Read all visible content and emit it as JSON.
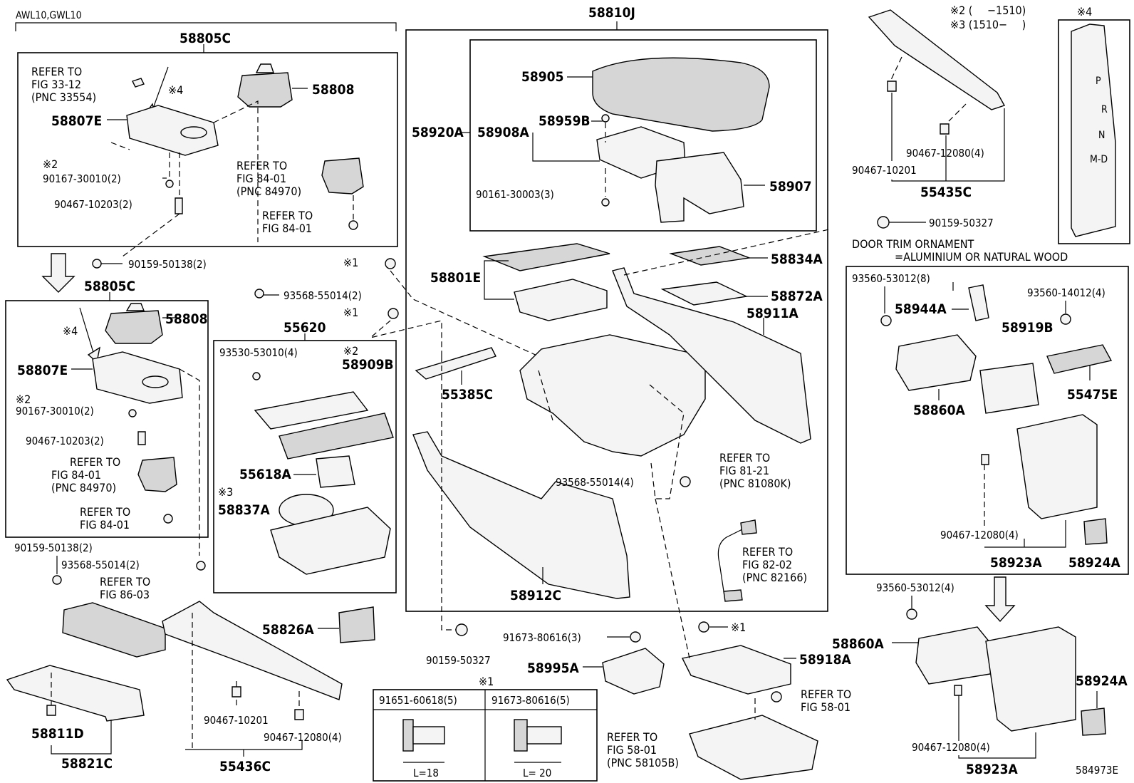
{
  "header": {
    "model": "AWL10,GWL10",
    "main_assy": "58805C",
    "console": "58810J",
    "diagram_id": "584973E"
  },
  "notes": {
    "n2": "※2 (　 −1510)",
    "n3": "※3 (1510−　 )",
    "n4": "※4",
    "door_trim_1": "DOOR TRIM ORNAMENT",
    "door_trim_2": "=ALUMINIUM OR NATURAL WOOD"
  },
  "refs": {
    "fig3312": [
      "REFER TO",
      "FIG 33-12",
      "(PNC 33554)"
    ],
    "fig8401a": [
      "REFER TO",
      "FIG 84-01",
      "(PNC 84970)"
    ],
    "fig8401b": [
      "REFER TO",
      "FIG 84-01"
    ],
    "fig8401c": [
      "REFER TO",
      "FIG 84-01",
      "(PNC 84970)"
    ],
    "fig8401d": [
      "REFER TO",
      "FIG 84-01"
    ],
    "fig8603": [
      "REFER TO",
      "FIG 86-03"
    ],
    "fig8121": [
      "REFER TO",
      "FIG 81-21",
      "(PNC 81080K)"
    ],
    "fig8202": [
      "REFER TO",
      "FIG 82-02",
      "(PNC 82166)"
    ],
    "fig5801a": [
      "REFER TO",
      "FIG 58-01"
    ],
    "fig5801b": [
      "REFER TO",
      "FIG 58-01",
      "(PNC 58105B)"
    ]
  },
  "parts": {
    "p58808a": "58808",
    "p58807Ea": "58807E",
    "p90167a": "90167-30010(2)",
    "p90467_10203a": "90467-10203(2)",
    "p90159_50138a": "90159-50138(2)",
    "p58805Cb": "58805C",
    "p58808b": "58808",
    "p58807Eb": "58807E",
    "p90167b": "90167-30010(2)",
    "p90467_10203b": "90467-10203(2)",
    "p90159_50138b": "90159-50138(2)",
    "p93568_55014b": "93568-55014(2)",
    "p93568_55014a": "93568-55014(2)",
    "p58811D": "58811D",
    "p58821C": "58821C",
    "p55436C": "55436C",
    "p90467_10201a": "90467-10201",
    "p90467_12080a": "90467-12080(4)",
    "p58826A": "58826A",
    "p55620": "55620",
    "p93530": "93530-53010(4)",
    "p58909B": "58909B",
    "p55618A": "55618A",
    "p58837A": "58837A",
    "p58905": "58905",
    "p58920A": "58920A",
    "p58908A": "58908A",
    "p58959B": "58959B",
    "p90161": "90161-30003(3)",
    "p58907": "58907",
    "p58801E": "58801E",
    "p55385C": "55385C",
    "p58834A": "58834A",
    "p58872A": "58872A",
    "p58911A": "58911A",
    "p93568_55014c": "93568-55014(4)",
    "p58912C": "58912C",
    "p90159_50327a": "90159-50327",
    "p90159_50327b": "90159-50327",
    "p91673a": "91673-80616(3)",
    "p58995A": "58995A",
    "p58918A": "58918A",
    "p55435C": "55435C",
    "p90467_10201b": "90467-10201",
    "p90467_12080b": "90467-12080(4)",
    "p93560_53012a": "93560-53012(8)",
    "p93560_14012": "93560-14012(4)",
    "p58944A": "58944A",
    "p58919B": "58919B",
    "p58860Aa": "58860A",
    "p55475E": "55475E",
    "p90467_12080c": "90467-12080(4)",
    "p58923Aa": "58923A",
    "p58924Aa": "58924A",
    "p93560_53012b": "93560-53012(4)",
    "p58860Ab": "58860A",
    "p58924Ab": "58924A",
    "p90467_12080d": "90467-12080(4)",
    "p58923Ab": "58923A"
  },
  "bolt_table": {
    "note": "※1",
    "col1": "91651-60618(5)",
    "col2": "91673-80616(5)",
    "len1": "L=18",
    "len2": "L= 20"
  },
  "shift": {
    "p": "P",
    "r": "R",
    "n": "N",
    "md": "M-D"
  },
  "marks": {
    "x1a": "※1",
    "x1b": "※1",
    "x1c": "※1",
    "x2a": "※2",
    "x2b": "※2",
    "x2c": "※2",
    "x3": "※3",
    "x4a": "※4",
    "x4b": "※4"
  }
}
